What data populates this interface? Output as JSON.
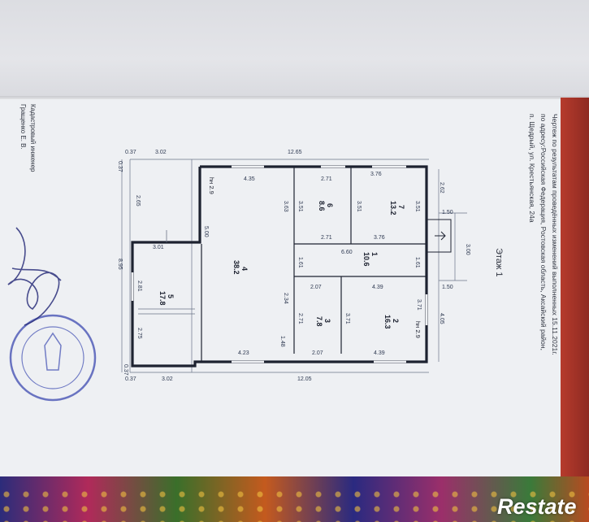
{
  "document": {
    "header_lines": [
      "Чертеж по результатам проведённых изменений выполненных 15.11.2021г.",
      "по адресу:Российская Федерация, Ростовская область, Аксайский район,",
      "п. Щедрый, ул. Крестьянская, 24а"
    ],
    "floor_label": "Этаж 1",
    "signer_lines": [
      "Кадастровый инженер",
      "Гращенко Е. В."
    ]
  },
  "plan": {
    "rooms": [
      {
        "num": "1",
        "area": "10.6"
      },
      {
        "num": "2",
        "area": "16.3",
        "height": "hн 2.9"
      },
      {
        "num": "3",
        "area": "7.8"
      },
      {
        "num": "4",
        "area": "38.2"
      },
      {
        "num": "5",
        "area": "17.8"
      },
      {
        "num": "6",
        "area": "8.6"
      },
      {
        "num": "7",
        "area": "13.2"
      }
    ],
    "height_top": "hн 2.9",
    "dimensions": {
      "top_total": "12.65",
      "bottom_total": "12.05",
      "top_left_a": "0.37",
      "top_left_b": "3.02",
      "bottom_left_a": "0.37",
      "bottom_left_b": "3.02",
      "left_a": "0.37",
      "left_b": "2.65",
      "left_total": "8.95",
      "left_c": "3.01",
      "left_d": "2.81",
      "left_e": "2.75",
      "left_f": "0.37",
      "r4_top": "4.35",
      "r4_side": "5.00",
      "r4_bottom": "4.23",
      "r6_top": "2.71",
      "r6_side": "3.51",
      "r6_left": "3.63",
      "r7_top": "3.76",
      "r7_side": "3.51",
      "r7_right": "3.51",
      "c_top_a": "2.71",
      "c_top_b": "3.76",
      "c_mid": "6.60",
      "c_side_a": "1.61",
      "c_side_b": "1.61",
      "r3_top": "2.07",
      "r3_side": "2.71",
      "r3_bottom": "2.07",
      "r2_top": "4.39",
      "r2_side": "3.71",
      "r2_bottom": "4.39",
      "r4_inner": "2.34",
      "r4_inner_b": "1.48",
      "right_a": "2.62",
      "right_b": "3.71",
      "right_c": "4.05",
      "porch_a": "1.50",
      "porch_b": "3.00",
      "porch_c": "1.50"
    }
  },
  "watermark": "Restate",
  "colors": {
    "wall": "#1d2230",
    "dim": "#2f3a52",
    "sheet": "#eef0f3",
    "stamp": "#3c4ab0"
  }
}
